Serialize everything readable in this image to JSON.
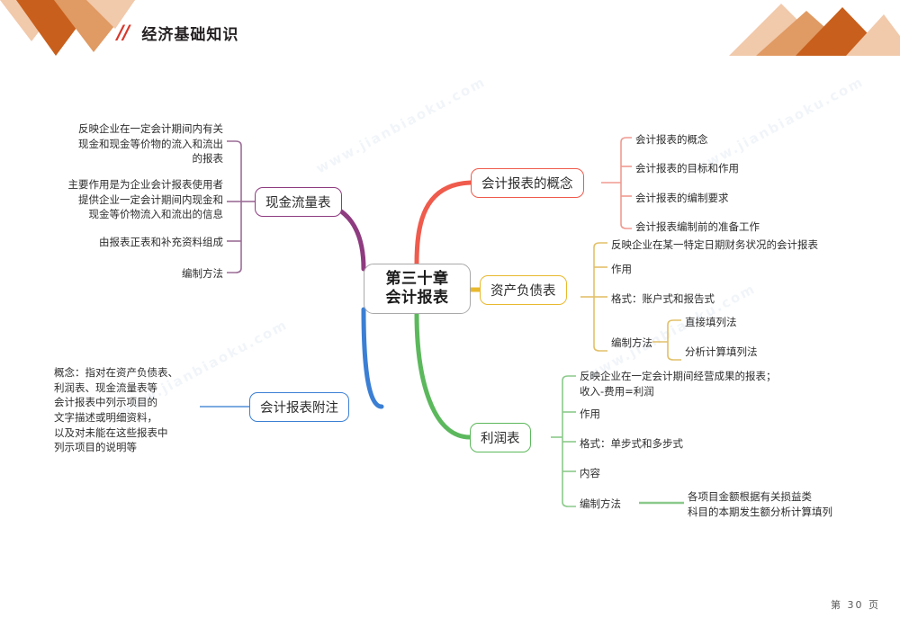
{
  "header": {
    "slash": "//",
    "title": "经济基础知识"
  },
  "footer": {
    "text": "第 30 页"
  },
  "watermarks": [
    "www.jianbiaoku.com",
    "www.jianbiaoku.com",
    "www.jianbiaoku.com",
    "www.jianbiaoku.com"
  ],
  "colors": {
    "accent_red": "#d8382b",
    "deco_orange_dark": "#c85f1c",
    "deco_orange_mid": "#e09a63",
    "deco_orange_light": "#f1c9ab",
    "branch_red": "#ef5b4c",
    "branch_yellow": "#e8b92e",
    "branch_green": "#5cb85c",
    "branch_purple": "#8e3b80",
    "branch_blue": "#3b7fd4",
    "node_border_gray": "#a9a9a9",
    "text_dark": "#2b2b2b"
  },
  "mindmap": {
    "center": {
      "line1": "第三十章",
      "line2": "会计报表"
    },
    "branches": [
      {
        "id": "gainian",
        "label": "会计报表的概念",
        "color": "#ef5b4c",
        "side": "right",
        "children": [
          {
            "label": "会计报表的概念"
          },
          {
            "label": "会计报表的目标和作用"
          },
          {
            "label": "会计报表的编制要求"
          },
          {
            "label": "会计报表编制前的准备工作"
          }
        ]
      },
      {
        "id": "zichanfuzhaibiao",
        "label": "资产负债表",
        "color": "#e8b92e",
        "side": "right",
        "children": [
          {
            "label": "反映企业在某一特定日期财务状况的会计报表"
          },
          {
            "label": "作用"
          },
          {
            "label": "格式：账户式和报告式"
          },
          {
            "label": "编制方法",
            "children": [
              {
                "label": "直接填列法"
              },
              {
                "label": "分析计算填列法"
              }
            ]
          }
        ]
      },
      {
        "id": "lirunbiao",
        "label": "利润表",
        "color": "#5cb85c",
        "side": "right",
        "children": [
          {
            "label": "反映企业在一定会计期间经营成果的报表；\n收入-费用=利润"
          },
          {
            "label": "作用"
          },
          {
            "label": "格式：单步式和多步式"
          },
          {
            "label": "内容"
          },
          {
            "label": "编制方法",
            "children": [
              {
                "label": "各项目金额根据有关损益类\n科目的本期发生额分析计算填列"
              }
            ]
          }
        ]
      },
      {
        "id": "xianjinliuliangbiao",
        "label": "现金流量表",
        "color": "#8e3b80",
        "side": "left",
        "children": [
          {
            "label": "反映企业在一定会计期间内有关\n现金和现金等价物的流入和流出\n的报表"
          },
          {
            "label": "主要作用是为企业会计报表使用者\n提供企业一定会计期间内现金和\n现金等价物流入和流出的信息"
          },
          {
            "label": "由报表正表和补充资料组成"
          },
          {
            "label": "编制方法"
          }
        ]
      },
      {
        "id": "fuzhu",
        "label": "会计报表附注",
        "color": "#3b7fd4",
        "side": "left",
        "children": [
          {
            "label": "概念：指对在资产负债表、\n利润表、现金流量表等\n会计报表中列示项目的\n文字描述或明细资料，\n以及对未能在这些报表中\n列示项目的说明等"
          }
        ]
      }
    ]
  }
}
